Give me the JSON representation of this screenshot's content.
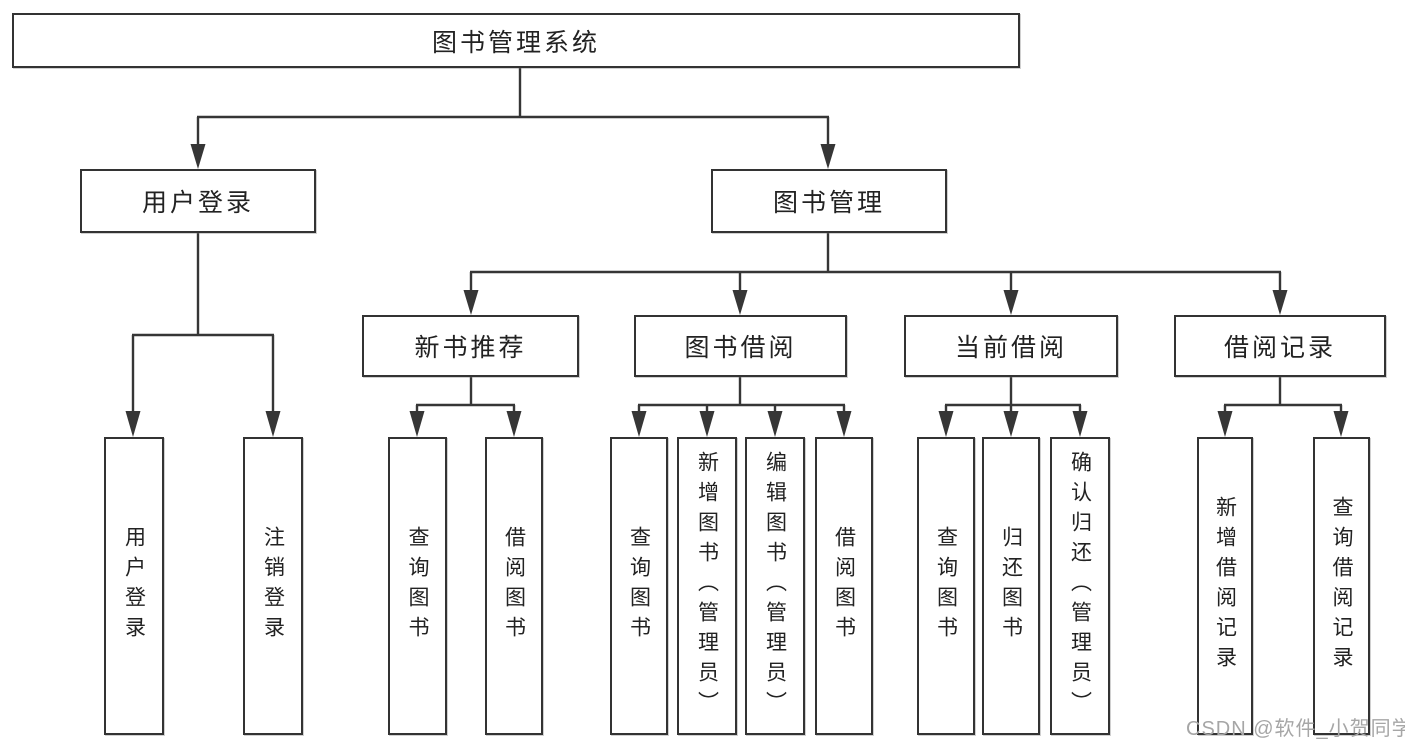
{
  "diagram": {
    "root": "图书管理系统",
    "level2": {
      "user_login": "用户登录",
      "book_management": "图书管理"
    },
    "level3": {
      "new_book_recommend": "新书推荐",
      "book_borrow": "图书借阅",
      "current_borrow": "当前借阅",
      "borrow_records": "借阅记录"
    },
    "leaves": {
      "user_login": [
        "用户登录",
        "注销登录"
      ],
      "new_book_recommend": [
        "查询图书",
        "借阅图书"
      ],
      "book_borrow": [
        "查询图书",
        "新增图书（管理员）",
        "编辑图书（管理员）",
        "借阅图书"
      ],
      "current_borrow": [
        "查询图书",
        "归还图书",
        "确认归还（管理员）"
      ],
      "borrow_records": [
        "新增借阅记录",
        "查询借阅记录"
      ]
    },
    "watermark": "CSDN @软件_小贺同学",
    "colors": {
      "line": "#363636",
      "box_border": "#333333",
      "text": "#222222",
      "watermark_text": "#a6a6a6",
      "background": "#ffffff"
    }
  }
}
